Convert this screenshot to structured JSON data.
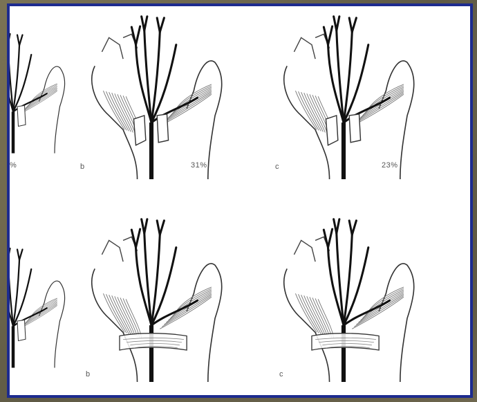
{
  "panels": [
    {
      "letter": "",
      "percent": "%"
    },
    {
      "letter": "b",
      "percent": "31%"
    },
    {
      "letter": "c",
      "percent": "23%"
    },
    {
      "letter": "",
      "percent": ""
    },
    {
      "letter": "b",
      "percent": ""
    },
    {
      "letter": "c",
      "percent": ""
    }
  ],
  "colors": {
    "frame": "#1d2b8f",
    "background": "#6f6a52",
    "line": "#111111"
  }
}
